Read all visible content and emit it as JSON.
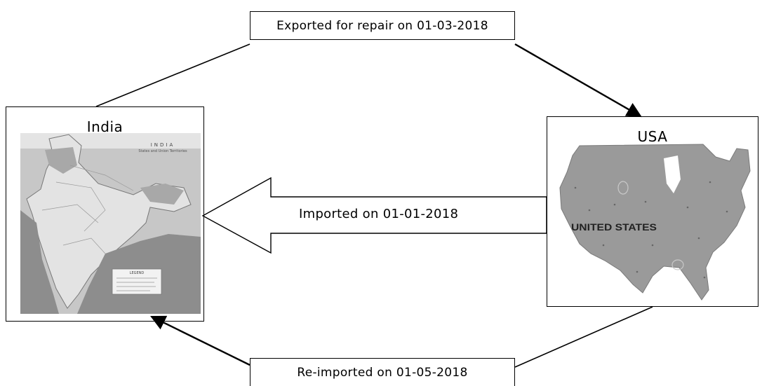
{
  "labels": {
    "export": "Exported for repair on 01-03-2018",
    "import": "Imported on 01-01-2018",
    "reimport": "Re-imported on 01-05-2018"
  },
  "countries": {
    "india": {
      "title": "India",
      "map_heading": "INDIA",
      "map_subheading": "States and Union Territories",
      "legend_title": "LEGEND"
    },
    "usa": {
      "title": "USA",
      "map_label": "UNITED STATES"
    }
  },
  "colors": {
    "map_fill": "#9a9a9a",
    "map_light": "#cfcfcf",
    "line": "#000000"
  }
}
